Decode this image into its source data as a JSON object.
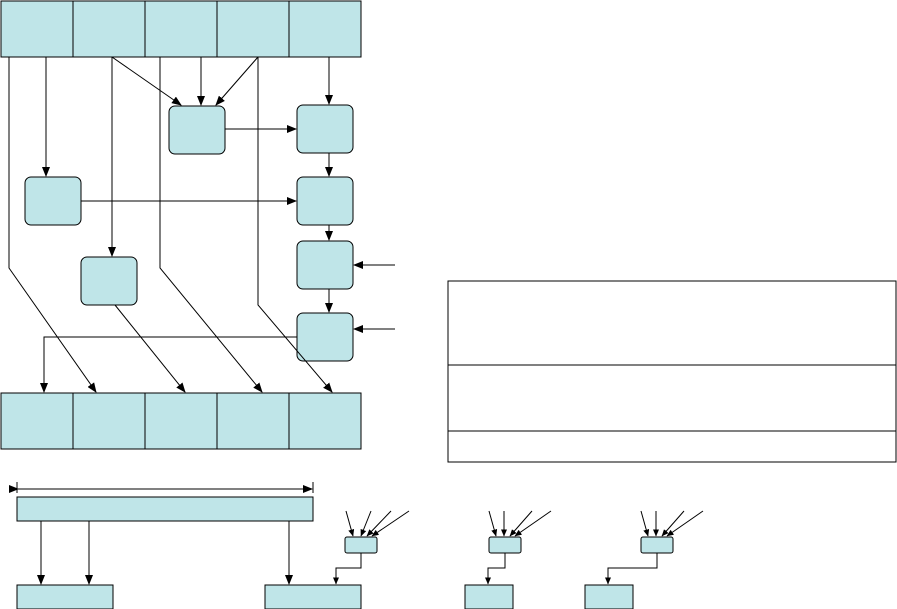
{
  "colors": {
    "box_fill": "#bfe5e8",
    "stroke": "#000000",
    "background": "#ffffff"
  },
  "top_register": {
    "cells": 5
  },
  "bottom_register": {
    "cells": 5
  },
  "operation_boxes": 7,
  "legend": {
    "rows": 3
  },
  "bottom_strip": {
    "groups": 4
  }
}
